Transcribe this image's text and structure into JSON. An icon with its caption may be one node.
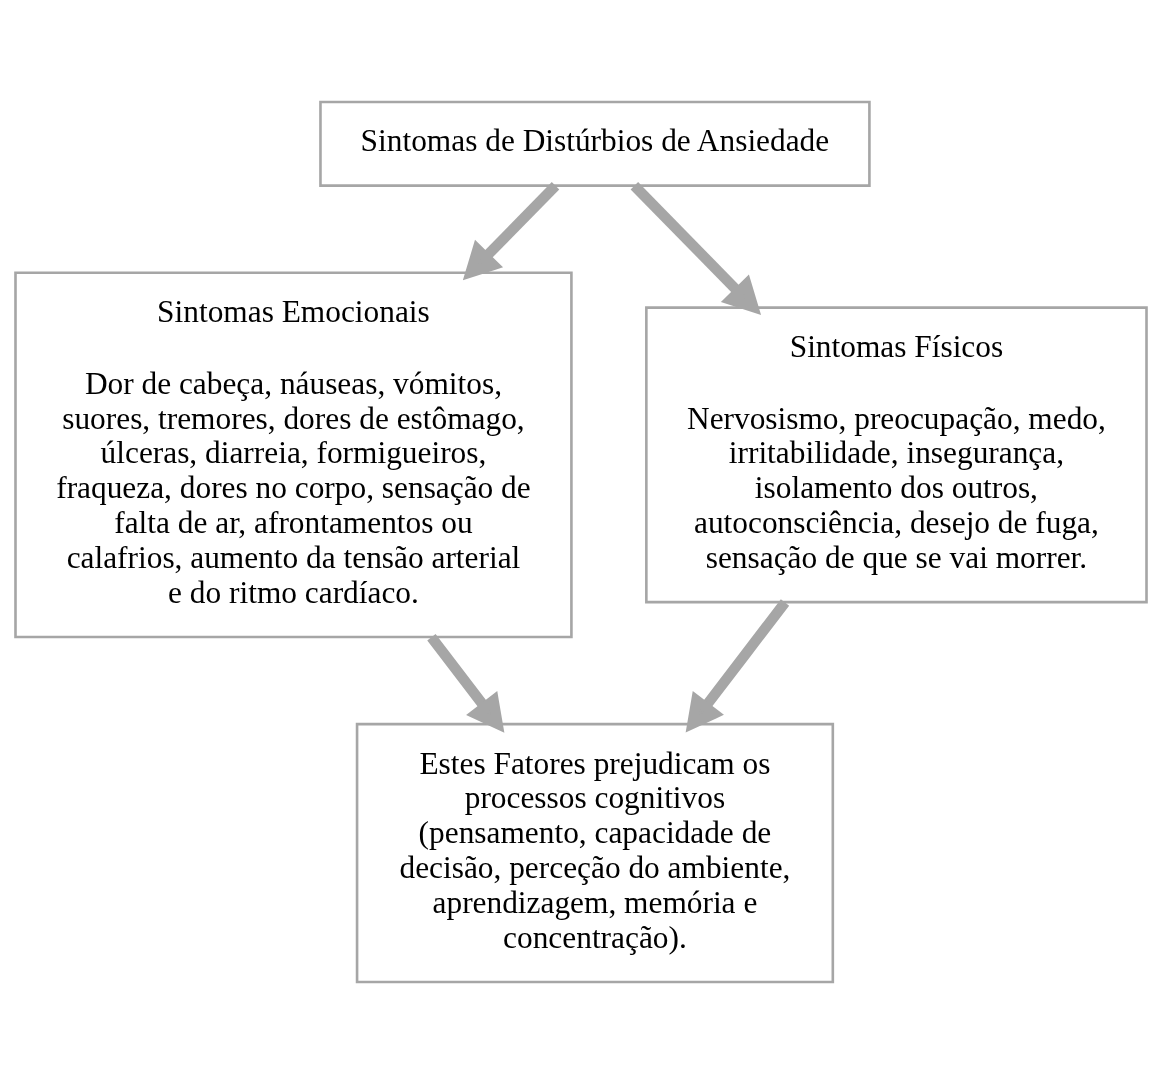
{
  "diagram": {
    "nodes": [
      {
        "text": [
          "Sintomas de Distúrbios de Ansiedade"
        ]
      },
      {
        "text": [
          "Sintomas Emocionais",
          "Dor de cabeça, náuseas, vómitos, suores, tremores, dores de estômago, úlceras, diarreia, formigueiros, fraqueza, dores no corpo, sensação de falta de ar, afrontamentos ou calafrios, aumento da tensão arterial e do ritmo cardíaco."
        ]
      },
      {
        "text": [
          "Sintomas Físicos",
          "Nervosismo, preocupação, medo, irritabilidade, insegurança, isolamento dos outros, autoconsciência, desejo de fuga, sensação de que se vai morrer."
        ]
      },
      {
        "text": [
          "Estes Fatores prejudicam os processos cognitivos (pensamento, capacidade de decisão, perceção do ambiente, aprendizagem, memória e concentração)."
        ]
      }
    ],
    "edges": [
      {
        "from": 0,
        "to": 1,
        "arrow": "to"
      },
      {
        "from": 0,
        "to": 2,
        "arrow": "to"
      },
      {
        "from": 1,
        "to": 3,
        "arrow": "to"
      },
      {
        "from": 2,
        "to": 3,
        "arrow": "to"
      }
    ]
  }
}
